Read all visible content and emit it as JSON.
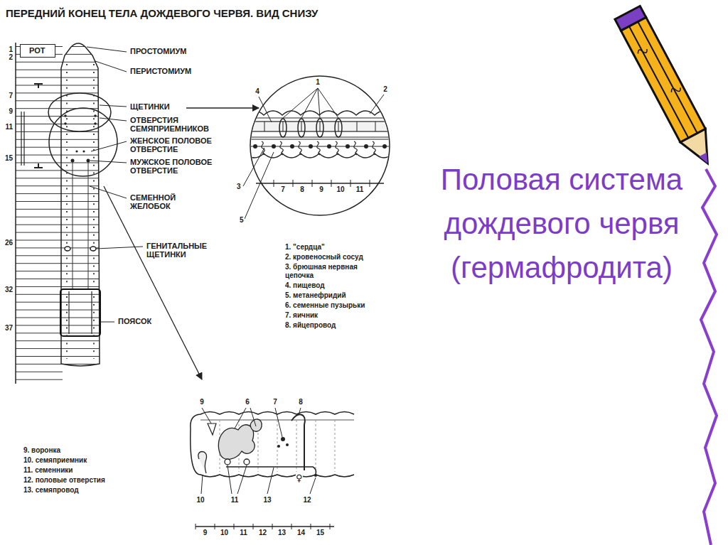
{
  "diagram": {
    "title": "Половая система дождевого червя (гермафродита)",
    "nodes": [
      {
        "text": [
          "РОТ"
        ]
      }
    ],
    "labels": [
      "ПЕРЕДНИЙ КОНЕЦ ТЕЛА ДОЖДЕВОГО ЧЕРВЯ. ВИД СНИЗУ",
      "1",
      "2",
      "7",
      "9",
      "11",
      "15",
      "26",
      "32",
      "37",
      "ПРОСТОМИУМ",
      "ПЕРИСТОМИУМ",
      "ЩЕТИНКИ",
      "ОТВЕРСТИЯ СЕМЯПРИЕМНИКОВ",
      "ЖЕНСКОЕ ПОЛОВОЕ ОТВЕРСТИЕ",
      "МУЖСКОЕ ПОЛОВОЕ ОТВЕРСТИЕ",
      "СЕМЕННОЙ ЖЕЛОБОК",
      "ГЕНИТАЛЬНЫЕ ЩЕТИНКИ",
      "ПОЯСОК",
      "1",
      "2",
      "4",
      "3",
      "5",
      "7",
      "8",
      "9",
      "10",
      "11",
      "1. \"сердца\"",
      "2. кровеносный сосуд",
      "3. брюшная нервная цепочка",
      "4. пищевод",
      "5. метанефридий",
      "6. семенные пузырьки",
      "7. яичник",
      "8. яйцепровод",
      "9",
      "6",
      "7",
      "8",
      "10",
      "11",
      "13",
      "12",
      "♀",
      "9. воронка",
      "10. семяприемник",
      "11. семенники",
      "12. половые отверстия",
      "13. семяпровод",
      "9",
      "10",
      "11",
      "12",
      "13",
      "14",
      "15"
    ]
  }
}
